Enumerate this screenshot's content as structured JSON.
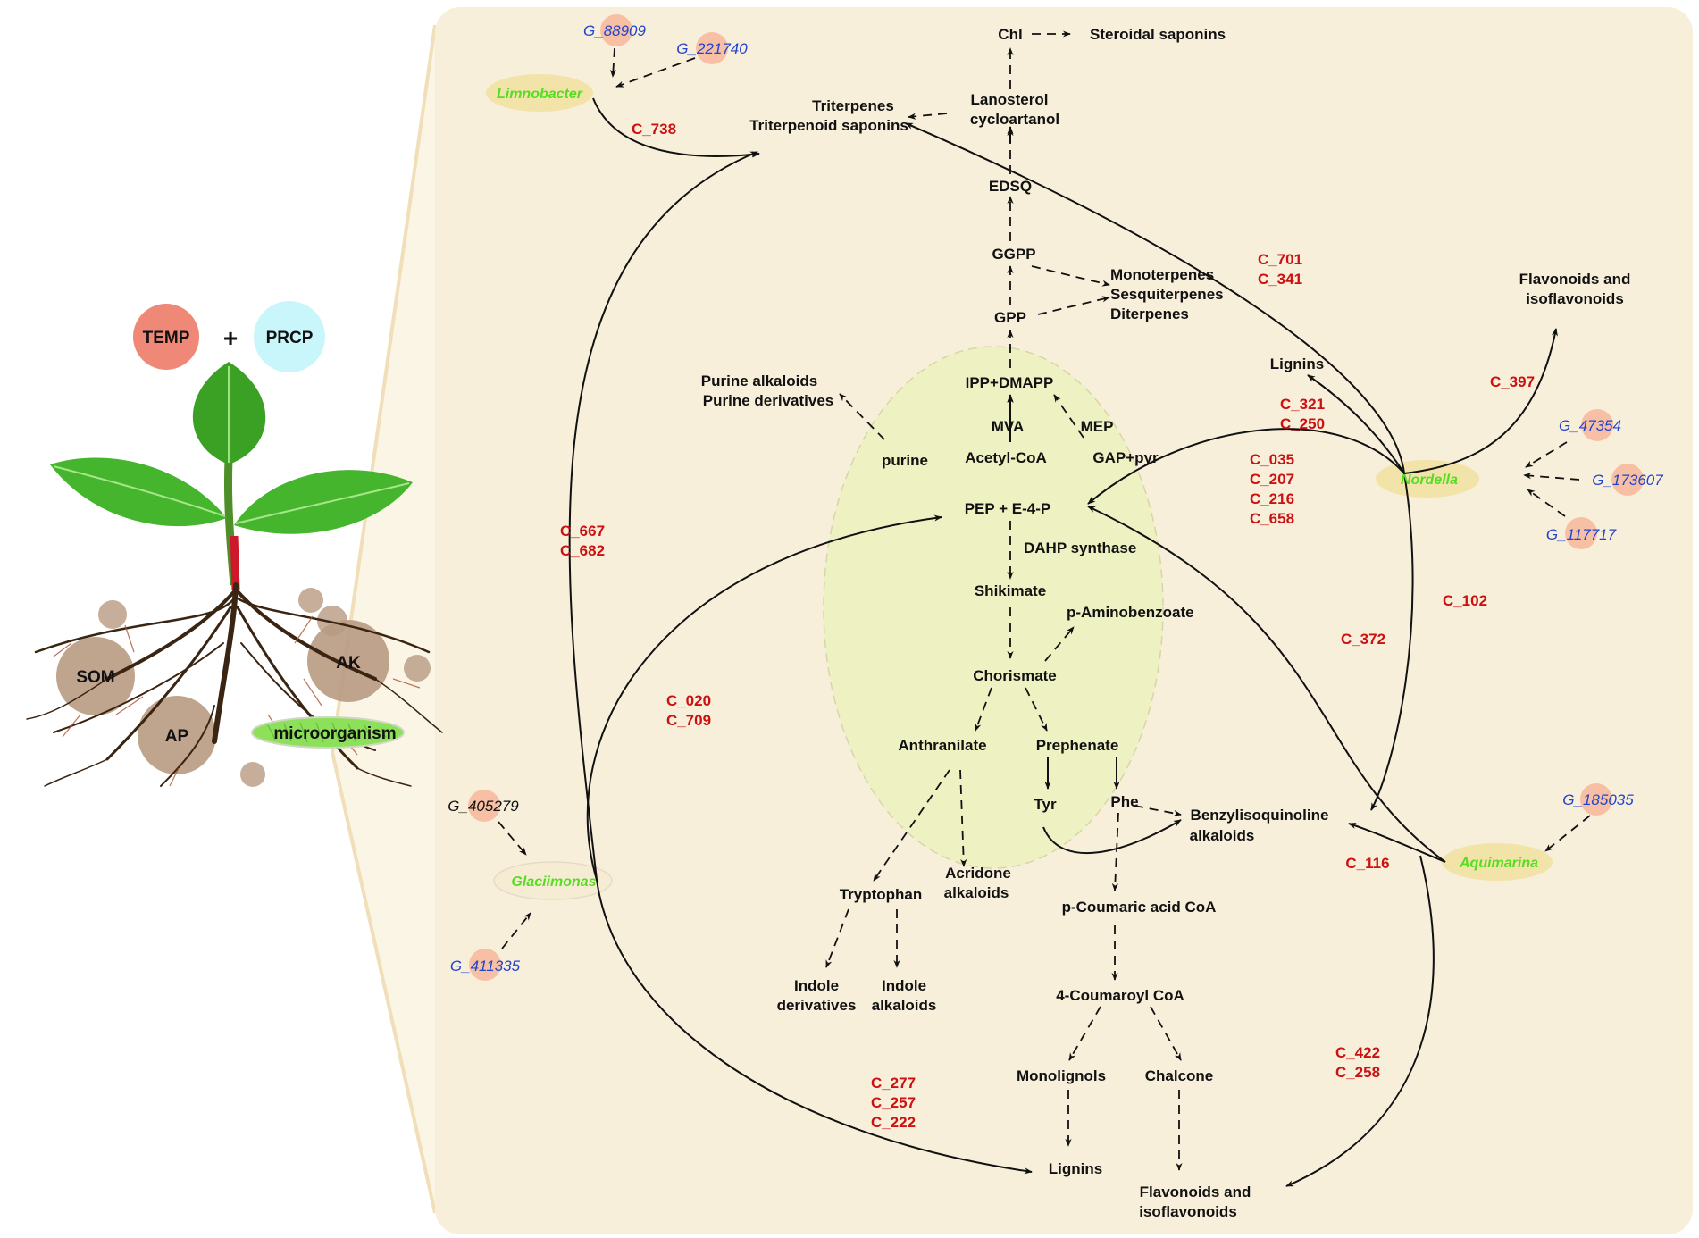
{
  "plant": {
    "factors": {
      "temp": "TEMP",
      "plus": "+",
      "prcp": "PRCP"
    },
    "soil": {
      "som": "SOM",
      "ak": "AK",
      "ap": "AP",
      "microorganism": "microorganism"
    }
  },
  "metabolites": {
    "chl": "Chl",
    "steroidal_saponins": "Steroidal saponins",
    "lanosterol": "Lanosterol",
    "cycloartanol": "cycloartanol",
    "triterpenes": "Triterpenes",
    "triterpenoid_saponins": "Triterpenoid saponins",
    "edsq": "EDSQ",
    "ggpp": "GGPP",
    "gpp": "GPP",
    "monoterpenes": "Monoterpenes",
    "sesquiterpenes": "Sesquiterpenes",
    "diterpenes": "Diterpenes",
    "ipp_dmapp": "IPP+DMAPP",
    "mva": "MVA",
    "mep": "MEP",
    "acetyl_coa": "Acetyl-CoA",
    "gap_pyr": "GAP+pyr",
    "purine": "purine",
    "purine_alkaloids": "Purine alkaloids",
    "purine_derivatives": "Purine derivatives",
    "pep_e4p": "PEP + E-4-P",
    "dahp_synthase": "DAHP synthase",
    "shikimate": "Shikimate",
    "p_aminobenzoate": "p-Aminobenzoate",
    "chorismate": "Chorismate",
    "anthranilate": "Anthranilate",
    "prephenate": "Prephenate",
    "tyr": "Tyr",
    "phe": "Phe",
    "benzylisoquinoline": "Benzylisoquinoline",
    "alkaloids": "alkaloids",
    "tryptophan": "Tryptophan",
    "acridone": "Acridone",
    "acridone_alkaloids": "alkaloids",
    "indole_derivatives_1": "Indole",
    "indole_derivatives_2": "derivatives",
    "indole_alkaloids_1": "Indole",
    "indole_alkaloids_2": "alkaloids",
    "p_coumaric": "p-Coumaric acid CoA",
    "coumaroyl": "4-Coumaroyl CoA",
    "monolignols": "Monolignols",
    "chalcone": "Chalcone",
    "lignins_bottom": "Lignins",
    "flavonoids_bottom_1": "Flavonoids and",
    "flavonoids_bottom_2": "isoflavonoids",
    "lignins_right": "Lignins",
    "flavonoids_right_1": "Flavonoids and",
    "flavonoids_right_2": "isoflavonoids"
  },
  "genera": {
    "limnobacter": "Limnobacter",
    "nordella": "Nordella",
    "aquimarina": "Aquimarina",
    "glaciimonas": "Glaciimonas"
  },
  "genes": {
    "g88909": "G_88909",
    "g221740": "G_221740",
    "g47354": "G_47354",
    "g173607": "G_173607",
    "g117717": "G_117717",
    "g185035": "G_185035",
    "g405279": "G_405279",
    "g411335": "G_411335"
  },
  "codes": {
    "c738": "C_738",
    "c701": "C_701",
    "c341": "C_341",
    "c397": "C_397",
    "c321": "C_321",
    "c250": "C_250",
    "c035": "C_035",
    "c207": "C_207",
    "c216": "C_216",
    "c658": "C_658",
    "c102": "C_102",
    "c372": "C_372",
    "c667": "C_667",
    "c682": "C_682",
    "c020": "C_020",
    "c709": "C_709",
    "c116": "C_116",
    "c277": "C_277",
    "c257": "C_257",
    "c222": "C_222",
    "c422": "C_422",
    "c258": "C_258"
  },
  "colors": {
    "panel": "#f8efdb",
    "core": "#eef1c2",
    "code": "#cc1111",
    "gene": "#2244cc",
    "genus": "#55dd22",
    "temp": "#f08878",
    "prcp": "#c8f6fb"
  }
}
